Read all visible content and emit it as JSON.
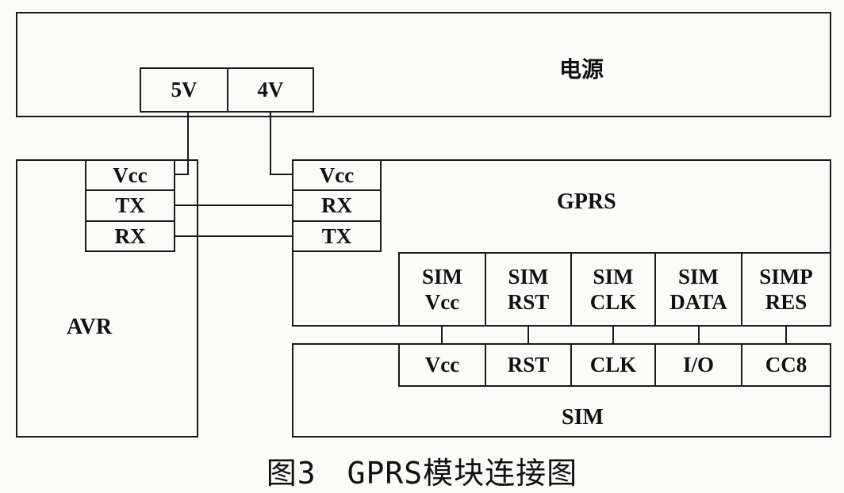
{
  "power": {
    "label": "电源",
    "v5": "5V",
    "v4": "4V"
  },
  "avr": {
    "label": "AVR",
    "pins": {
      "vcc": "Vcc",
      "tx": "TX",
      "rx": "RX"
    }
  },
  "gprs": {
    "label": "GPRS",
    "pins": {
      "vcc": "Vcc",
      "rx": "RX",
      "tx": "TX"
    },
    "sim_pins": [
      {
        "line1": "SIM",
        "line2": "Vcc"
      },
      {
        "line1": "SIM",
        "line2": "RST"
      },
      {
        "line1": "SIM",
        "line2": "CLK"
      },
      {
        "line1": "SIM",
        "line2": "DATA"
      },
      {
        "line1": "SIMP",
        "line2": "RES"
      }
    ]
  },
  "sim": {
    "label": "SIM",
    "pins": [
      "Vcc",
      "RST",
      "CLK",
      "I/O",
      "CC8"
    ]
  },
  "caption": "图3　GPRS模块连接图"
}
